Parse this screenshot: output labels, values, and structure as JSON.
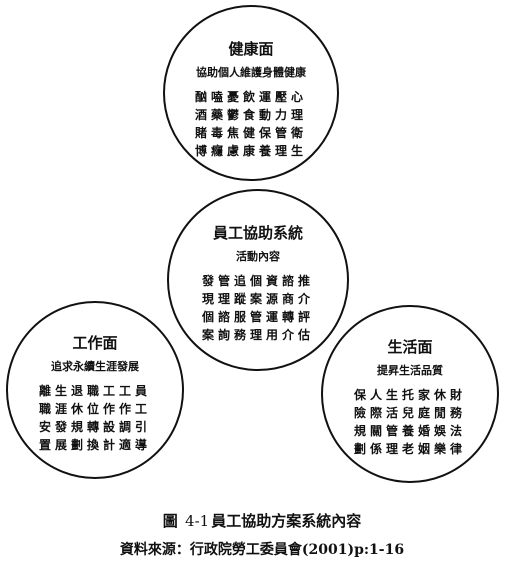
{
  "health": {
    "title": "健康面",
    "subtitle": "協助個人維護身體健康",
    "rows": [
      "酗嗑憂飲運壓心",
      "酒藥鬱食動力理",
      "賭毒焦健保管衛",
      "博癮慮康養理生"
    ]
  },
  "center": {
    "title": "員工協助系統",
    "subtitle": "活動內容",
    "rows": [
      "發管追個資諮推",
      "現理蹤案源商介",
      "個諮服管運轉評",
      "案詢務理用介估"
    ]
  },
  "work": {
    "title": "工作面",
    "subtitle": "追求永續生涯發展",
    "rows": [
      "離生退職工工員",
      "職涯休位作作工",
      "安發規轉設調引",
      "置展劃換計適導"
    ]
  },
  "life": {
    "title": "生活面",
    "subtitle": "提昇生活品質",
    "rows": [
      "保人生托家休財",
      "險際活兒庭閒務",
      "規關管養婚娛法",
      "劃係理老姻樂律"
    ]
  },
  "caption": {
    "prefix": "圖",
    "number": "4-1",
    "title": "員工協助方案系統內容",
    "source": "資料來源：行政院勞工委員會(2001)p:1-16"
  }
}
